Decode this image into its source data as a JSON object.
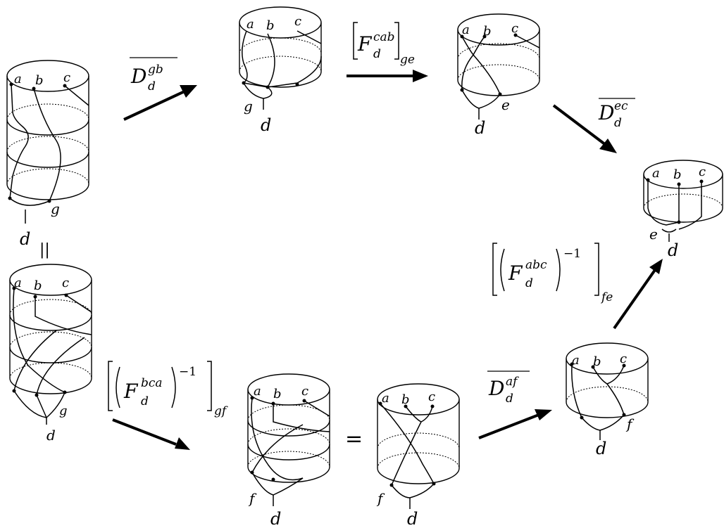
{
  "labels": {
    "a": "a",
    "b": "b",
    "c": "c",
    "d": "d",
    "e": "e",
    "f": "f",
    "g": "g"
  },
  "equals": {
    "vertical": "||",
    "horizontal": "="
  },
  "maps": {
    "D_gb": {
      "base": "D",
      "sup": "gb",
      "sub": "d"
    },
    "F_cab": {
      "base": "F",
      "sup": "cab",
      "sub": "d",
      "outer_sub": "ge"
    },
    "D_ec": {
      "base": "D",
      "sup": "ec",
      "sub": "d"
    },
    "F_abc_inv": {
      "base": "F",
      "sup": "abc",
      "sub": "d",
      "exp": "−1",
      "outer_sub": "fe"
    },
    "D_af": {
      "base": "D",
      "sup": "af",
      "sub": "d"
    },
    "F_bca_inv": {
      "base": "F",
      "sup": "bca",
      "sub": "d",
      "exp": "−1",
      "outer_sub": "gf"
    }
  }
}
